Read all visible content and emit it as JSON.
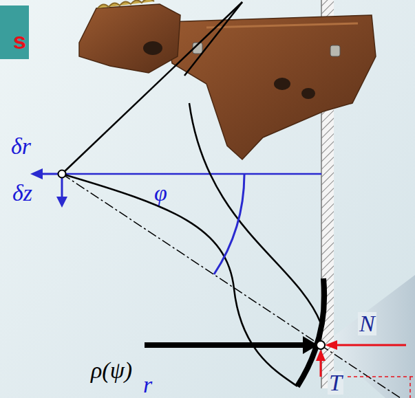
{
  "diagram": {
    "nodes": [
      {
        "text": [
          "s"
        ]
      }
    ],
    "labels": [
      "δr",
      "δz",
      "φ",
      "ρ(ψ)",
      "N",
      "T",
      "r"
    ]
  }
}
